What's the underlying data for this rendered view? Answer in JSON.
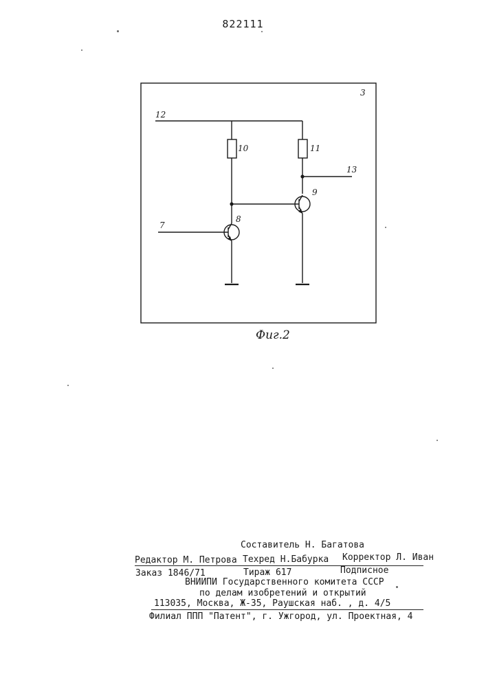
{
  "patent_number": "822111",
  "figure": {
    "caption": "Фиг.2",
    "block_label": "3",
    "terminals": {
      "input": "7",
      "supply": "12",
      "output": "13"
    },
    "transistors": {
      "first": "8",
      "second": "9"
    },
    "resistors": {
      "first": "10",
      "second": "11"
    }
  },
  "colophon": {
    "compiler": "Составитель Н. Багатова",
    "editor": "Редактор М. Петрова",
    "techred": "Техред Н.Бабурка",
    "corrector": "Корректор Л. Иван",
    "order": "Заказ 1846/71",
    "circulation": "Тираж 617",
    "subscription": "Подписное",
    "org_line1": "ВНИИПИ Государственного комитета СССР",
    "org_line2": "по делам изобретений и открытий",
    "address": "113035, Москва, Ж-35, Раушская наб. , д. 4/5",
    "branch": "Филиал ППП \"Патент\", г. Ужгород, ул. Проектная, 4"
  }
}
